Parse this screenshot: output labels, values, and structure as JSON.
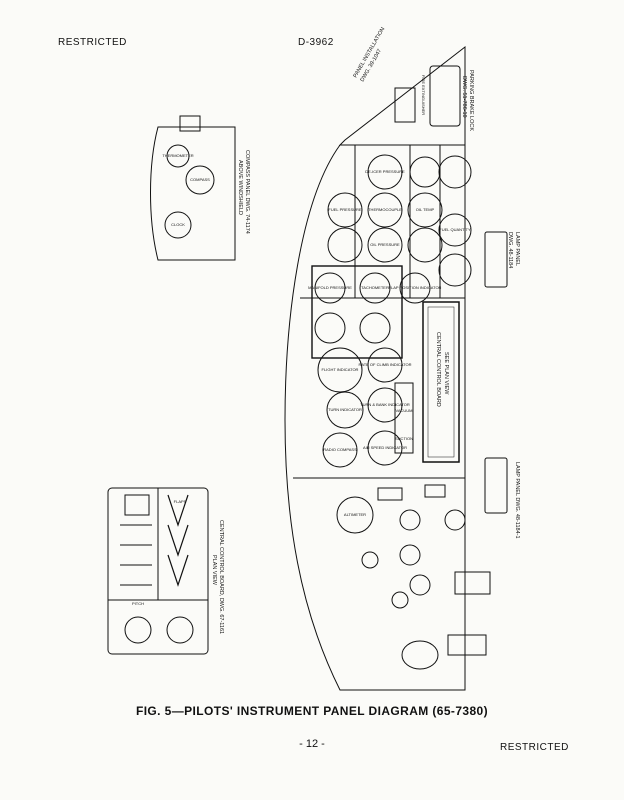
{
  "header": {
    "left": "RESTRICTED",
    "center": "D-3962"
  },
  "footer": {
    "page_number": "- 12 -",
    "right": "RESTRICTED"
  },
  "caption": "FIG.  5—PILOTS' INSTRUMENT PANEL DIAGRAM (65-7380)",
  "labels": {
    "panel_installation": "PANEL INSTALLATION",
    "panel_installation_dwg": "DWG. 39-1047",
    "parking_brake": "PARKING BRAKE LOCK",
    "parking_brake_dwg": "DWG. 51-786-10",
    "fire_extinguisher": "FIRE EXTINGUISHER",
    "lamp_panel_upper": "LAMP PANEL",
    "lamp_panel_upper_dwg": "DWG. 48-1184",
    "lamp_panel_lower": "LAMP PANEL DWG. 48-1184-1",
    "compass_panel": "COMPASS PANEL DWG. 74-1174",
    "compass_panel_note": "ABOVE WINDSHIELD",
    "central_board_plan": "CENTRAL CONTROL BOARD, DWG. 67-1161",
    "central_board_plan_note": "PLAN VIEW",
    "central_board_panel": "CENTRAL CONTROL BOARD",
    "central_board_panel_note": "SEE PLAN VIEW",
    "thermometer": "THERMOMETER",
    "clock": "CLOCK",
    "compass": "COMPASS",
    "flaps": "FLAPS",
    "pitch": "PITCH"
  },
  "gauges": {
    "de_icer_pressure": "DE-ICER PRESSURE",
    "thermocouple": "THERMOCOUPLE",
    "fuel_pressure": "FUEL PRESSURE",
    "oil_pressure": "OIL PRESSURE",
    "oil_temp": "OIL TEMP",
    "fuel_quantity": "FUEL QUANTITY",
    "manifold_pressure": "MANIFOLD PRESSURE",
    "tachometer": "TACHOMETER",
    "flap_position": "FLAP POSITION INDICATOR",
    "flight_indicator": "FLIGHT INDICATOR",
    "rate_of_climb": "RATE OF CLIMB INDICATOR",
    "turn_bank": "TURN & BANK INDICATOR",
    "turn_indicator": "TURN INDICATOR",
    "air_speed": "AIR SPEED INDICATOR",
    "radio_compass": "RADIO COMPASS",
    "altimeter": "ALTIMETER",
    "vacuum": "VACUUM",
    "suction": "SUCTION"
  }
}
